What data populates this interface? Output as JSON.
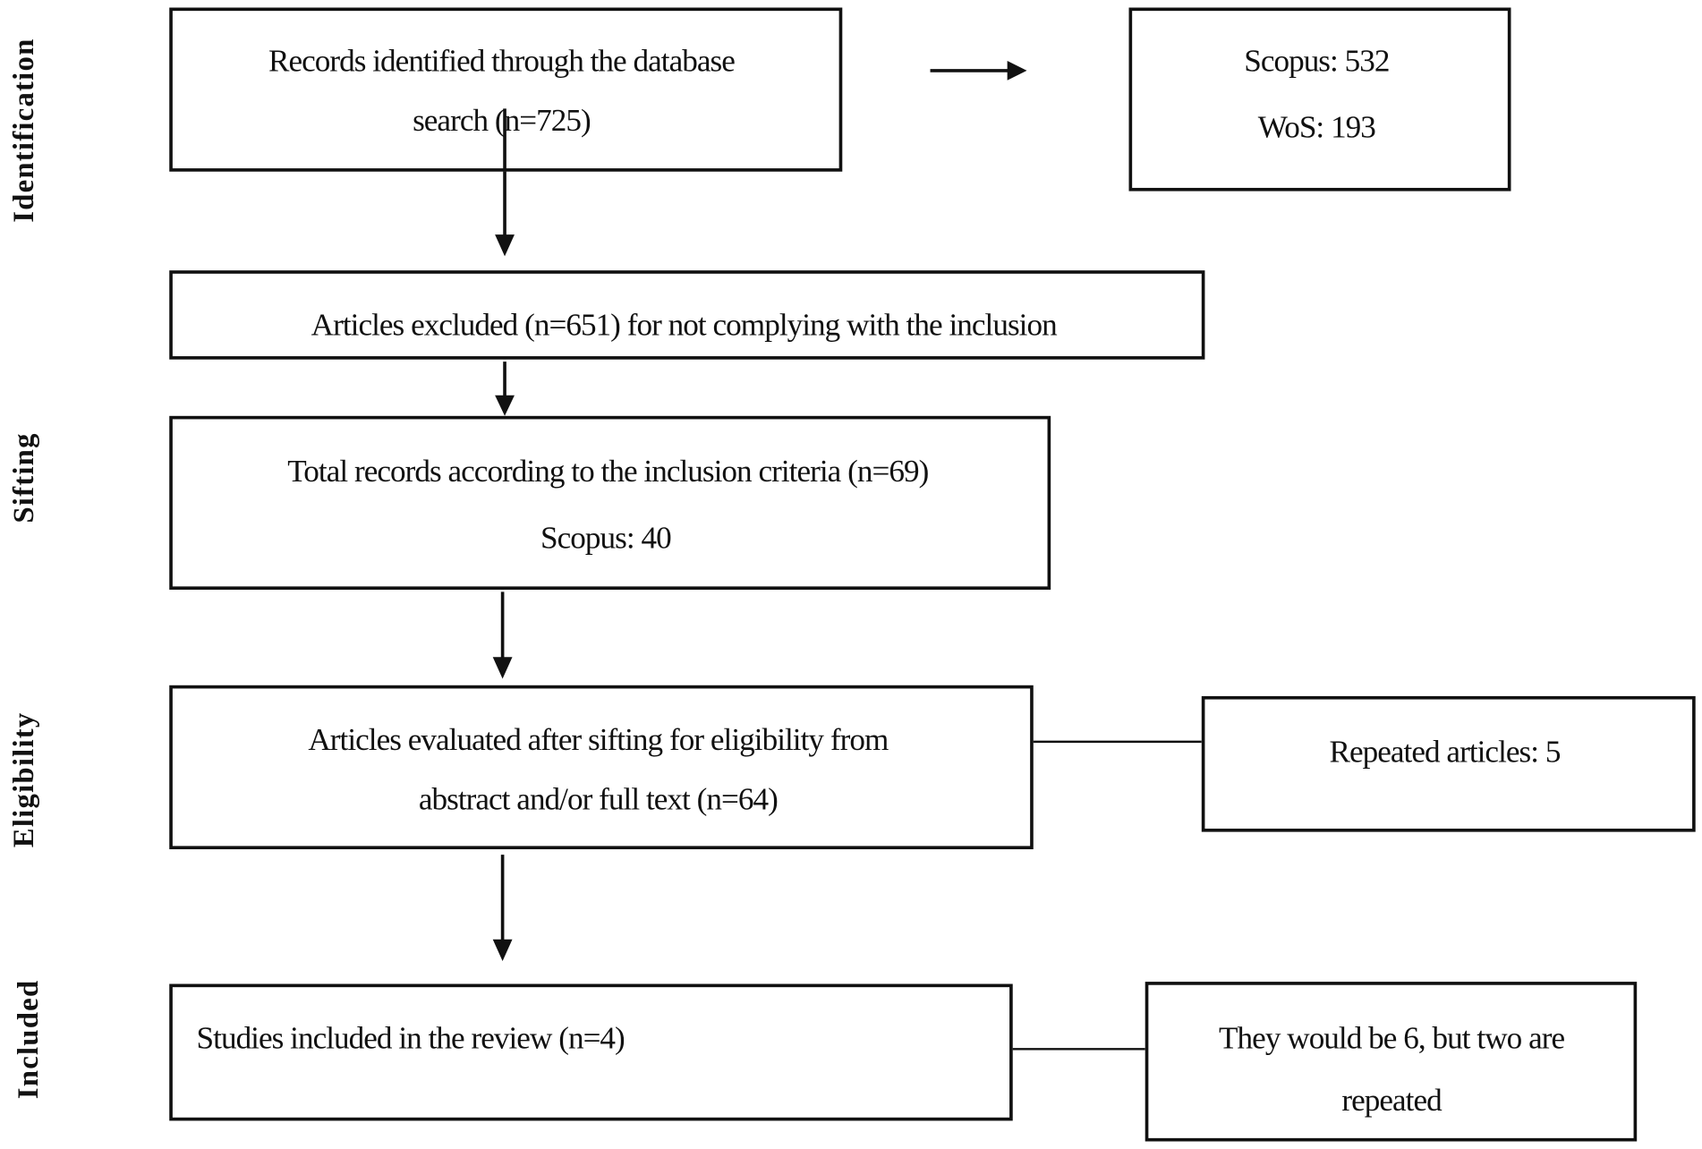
{
  "stages": {
    "identification": "Identification",
    "sifting": "Sifting",
    "eligibility": "Eligibility",
    "included": "Included"
  },
  "boxes": {
    "records_identified": [
      "Records identified through the database",
      "search (n=725)"
    ],
    "sources": [
      "Scopus: 532",
      "WoS: 193"
    ],
    "articles_excluded": "Articles excluded  (n=651) for not complying with the inclusion",
    "total_records": [
      "Total records according to the inclusion criteria (n=69)",
      "Scopus: 40"
    ],
    "articles_evaluated": [
      "Articles evaluated after sifting for eligibility from",
      "abstract and/or full text (n=64)"
    ],
    "repeated_articles": "Repeated articles: 5",
    "studies_included": "Studies included in the review (n=4)",
    "note": [
      "They would be 6, but two are",
      "repeated"
    ]
  }
}
